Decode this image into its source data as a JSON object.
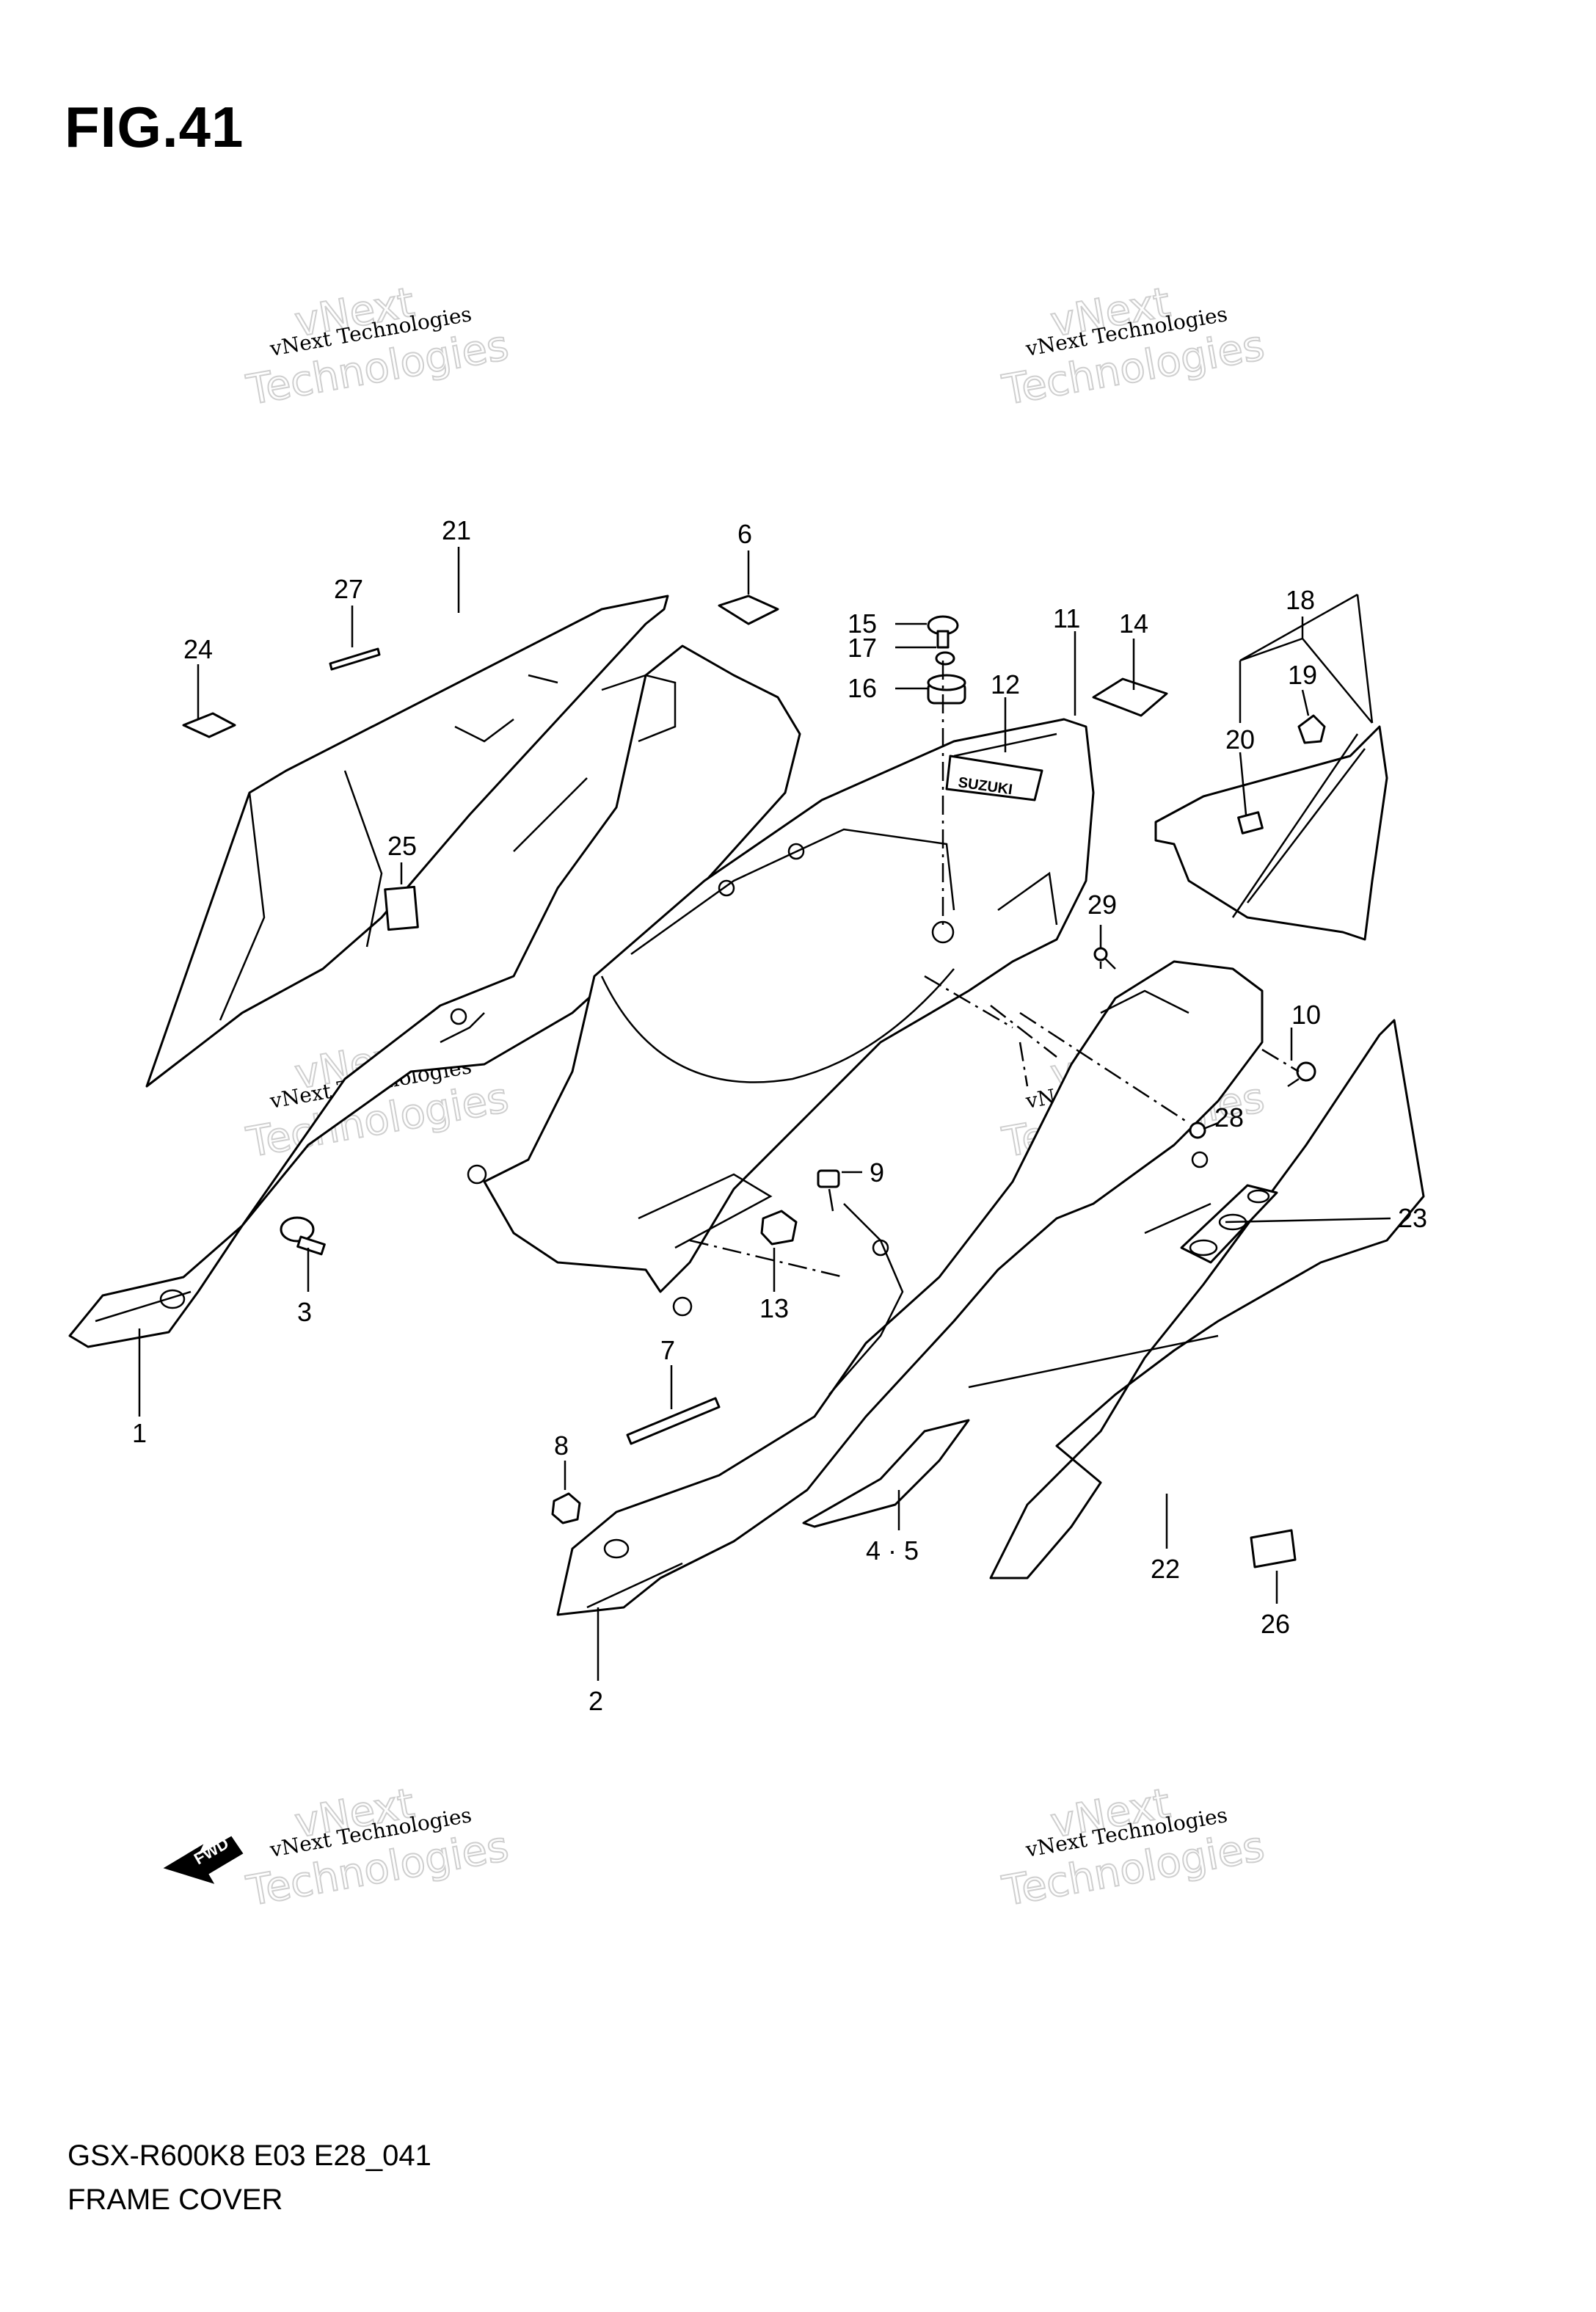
{
  "figure": {
    "title": "FIG.41",
    "model_code": "GSX-R600K8 E03 E28_041",
    "section_name": "FRAME COVER"
  },
  "watermarks": [
    {
      "small": "vNext Technologies",
      "big_1": "vNext",
      "big_2": "Technologies"
    },
    {
      "small": "vNext Technologies",
      "big_1": "vNext",
      "big_2": "Technologies"
    },
    {
      "small": "vNext Technologies",
      "big_1": "vNext",
      "big_2": "Technologies"
    },
    {
      "small": "vNext Technologies",
      "big_1": "vNext",
      "big_2": "Technologies"
    },
    {
      "small": "vNext Technologies",
      "big_1": "vNext",
      "big_2": "Technologies"
    },
    {
      "small": "vNext Technologies",
      "big_1": "vNext",
      "big_2": "Technologies"
    }
  ],
  "fwd_label": "FWD",
  "brand_label": "SUZUKI",
  "callouts": {
    "c1": "1",
    "c2": "2",
    "c3": "3",
    "c45": "4 · 5",
    "c6": "6",
    "c7": "7",
    "c8": "8",
    "c9": "9",
    "c10": "10",
    "c11": "11",
    "c12": "12",
    "c13": "13",
    "c14": "14",
    "c15": "15",
    "c16": "16",
    "c17": "17",
    "c18": "18",
    "c19": "19",
    "c20": "20",
    "c21": "21",
    "c22": "22",
    "c23": "23",
    "c24": "24",
    "c25": "25",
    "c26": "26",
    "c27": "27",
    "c28": "28",
    "c29": "29"
  }
}
